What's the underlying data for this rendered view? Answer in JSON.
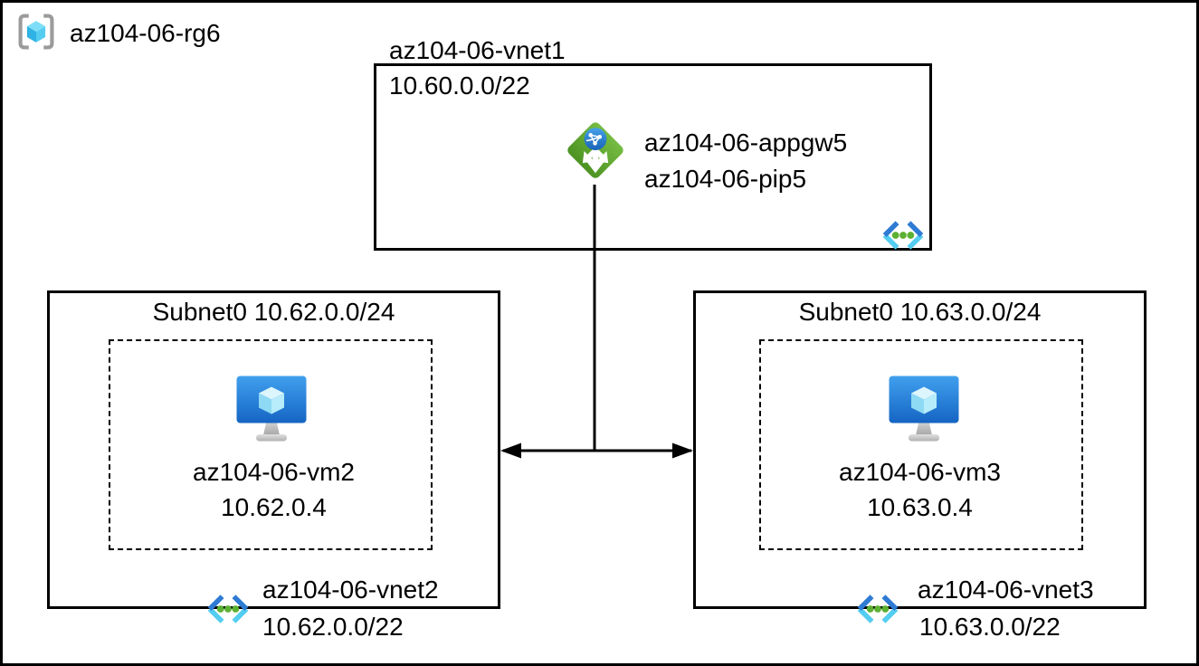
{
  "resource_group": {
    "label": "az104-06-rg6"
  },
  "vnet1": {
    "title": "az104-06-vnet1",
    "cidr": "10.60.0.0/22",
    "appgw_name": "az104-06-appgw5",
    "pip_name": "az104-06-pip5"
  },
  "vnet2": {
    "subnet_title": "Subnet0 10.62.0.0/24",
    "vm_name": "az104-06-vm2",
    "vm_ip": "10.62.0.4",
    "name": "az104-06-vnet2",
    "cidr": "10.62.0.0/22"
  },
  "vnet3": {
    "subnet_title": "Subnet0 10.63.0.0/24",
    "vm_name": "az104-06-vm3",
    "vm_ip": "10.63.0.4",
    "name": "az104-06-vnet3",
    "cidr": "10.63.0.0/22"
  },
  "icons": {
    "resource_group": "resource-group-icon",
    "application_gateway": "application-gateway-icon",
    "virtual_machine": "virtual-machine-icon",
    "virtual_network": "virtual-network-icon"
  },
  "colors": {
    "appgw_green": "#5ca434",
    "globe_blue": "#2c86d7",
    "vm_monitor_blue_top": "#41a0ee",
    "vm_monitor_blue_bottom": "#1565c3",
    "vnet_chevron_blue": "#2e7bd3",
    "vnet_chevron_cyan": "#54cdf0",
    "vnet_dot_green": "#5cb032",
    "rg_bracket_gray": "#9b9b9b",
    "rg_cube_cyan": "#55cdf1",
    "line_black": "#000000"
  }
}
